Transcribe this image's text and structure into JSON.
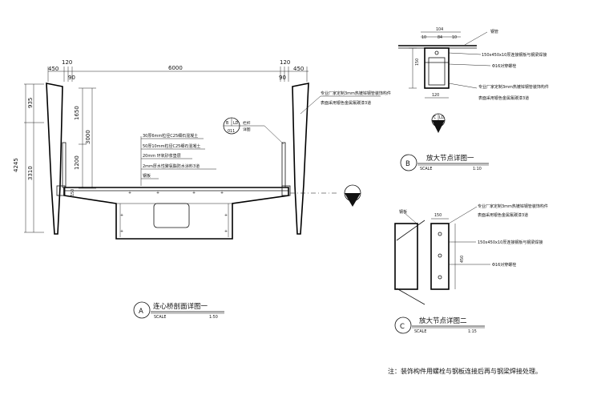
{
  "section": {
    "dims_top": [
      "450",
      "90",
      "120",
      "6000",
      "120",
      "90",
      "450"
    ],
    "dims_left": [
      "935",
      "4245",
      "3310"
    ],
    "dims_mid": [
      "1650",
      "3000",
      "1200"
    ],
    "dim_150": "150",
    "layers": [
      "30厚6mm粒径C25细石混凝土",
      "50厚10mm粒径C25细石混凝土",
      "20mm 环氧砂浆垫层",
      "2mm厚水性聚氨酯防水涂料3道",
      "钢板"
    ],
    "callout_note": "专业厂家定制3mm热镀锌钢管装饰构件",
    "callout_note2": "表面采用银色金属氟碳漆3道",
    "railing_tag": {
      "a": "B",
      "b": "LD",
      "c": "011",
      "label1": "栏杆",
      "label2": "详图"
    },
    "title": {
      "letter": "A",
      "name": "连心桥剖面详图一",
      "scale": "SCALE",
      "ratio": "1:50"
    }
  },
  "detailB": {
    "dims": [
      "104",
      "10",
      "84",
      "10",
      "150",
      "120"
    ],
    "label_steel": "钢管",
    "label_plate": "150x450x10厚连接钢板与钢梁焊接",
    "label_bolt": "Φ16对穿螺栓",
    "label_custom": "专业厂家定制3mm热镀锌钢管装饰构件",
    "label_paint": "表面采用银色金属氟碳漆3道",
    "tag": {
      "a": "C",
      "b": "LD",
      "c": ""
    },
    "title": {
      "letter": "B",
      "name": "放大节点详图一",
      "scale": "SCALE",
      "ratio": "1:10"
    }
  },
  "detailC": {
    "dims": [
      "150",
      "450"
    ],
    "label_steel": "钢板",
    "label_custom": "专业厂家定制3mm热镀锌钢管装饰构件",
    "label_paint": "表面采用银色金属氟碳漆3道",
    "label_plate": "150x450x10厚连接钢板与钢梁焊接",
    "label_bolt": "Φ16对穿螺栓",
    "title": {
      "letter": "C",
      "name": "放大节点详图二",
      "scale": "SCALE",
      "ratio": "1:15"
    }
  },
  "footnote": "注：装饰构件用螺栓与钢板连接后再与钢梁焊接处理。"
}
